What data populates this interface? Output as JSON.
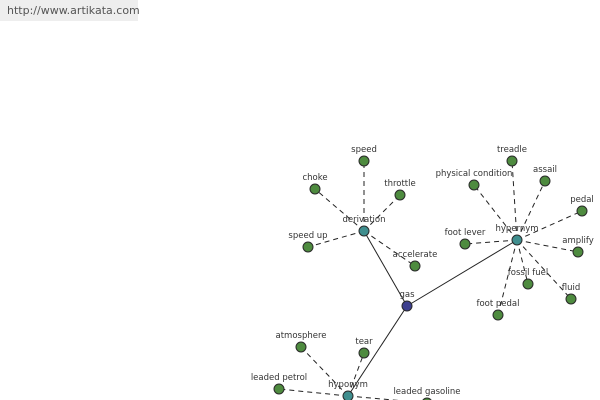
{
  "url": "http://www.artikata.com",
  "colors": {
    "leaf": "#4e8b3f",
    "relation": "#3f8e8e",
    "center": "#3d3f8e"
  },
  "nodes": [
    {
      "id": "gas",
      "label": "gas",
      "type": "center"
    },
    {
      "id": "derivation",
      "label": "derivation",
      "type": "relation"
    },
    {
      "id": "hypernym",
      "label": "hypernym",
      "type": "relation"
    },
    {
      "id": "hyponym",
      "label": "hyponym",
      "type": "relation"
    },
    {
      "id": "speed",
      "label": "speed",
      "type": "leaf"
    },
    {
      "id": "choke",
      "label": "choke",
      "type": "leaf"
    },
    {
      "id": "throttle",
      "label": "throttle",
      "type": "leaf"
    },
    {
      "id": "speed-up",
      "label": "speed up",
      "type": "leaf"
    },
    {
      "id": "accelerate",
      "label": "accelerate",
      "type": "leaf"
    },
    {
      "id": "treadle",
      "label": "treadle",
      "type": "leaf"
    },
    {
      "id": "physical-condition",
      "label": "physical condition",
      "type": "leaf"
    },
    {
      "id": "assail",
      "label": "assail",
      "type": "leaf"
    },
    {
      "id": "pedal",
      "label": "pedal",
      "type": "leaf"
    },
    {
      "id": "foot-lever",
      "label": "foot lever",
      "type": "leaf"
    },
    {
      "id": "amplify",
      "label": "amplify",
      "type": "leaf"
    },
    {
      "id": "fossil-fuel",
      "label": "fossil fuel",
      "type": "leaf"
    },
    {
      "id": "fluid",
      "label": "fluid",
      "type": "leaf"
    },
    {
      "id": "foot-pedal",
      "label": "foot pedal",
      "type": "leaf"
    },
    {
      "id": "atmosphere",
      "label": "atmosphere",
      "type": "leaf"
    },
    {
      "id": "tear",
      "label": "tear",
      "type": "leaf"
    },
    {
      "id": "leaded-petrol",
      "label": "leaded petrol",
      "type": "leaf"
    },
    {
      "id": "leaded-gasoline",
      "label": "leaded gasoline",
      "type": "leaf"
    }
  ],
  "edges": [
    {
      "from": "gas",
      "to": "derivation",
      "style": "solid"
    },
    {
      "from": "gas",
      "to": "hypernym",
      "style": "solid"
    },
    {
      "from": "gas",
      "to": "hyponym",
      "style": "solid"
    },
    {
      "from": "derivation",
      "to": "speed",
      "style": "dashed"
    },
    {
      "from": "derivation",
      "to": "choke",
      "style": "dashed"
    },
    {
      "from": "derivation",
      "to": "throttle",
      "style": "dashed"
    },
    {
      "from": "derivation",
      "to": "speed-up",
      "style": "dashed"
    },
    {
      "from": "derivation",
      "to": "accelerate",
      "style": "dashed"
    },
    {
      "from": "hypernym",
      "to": "treadle",
      "style": "dashed"
    },
    {
      "from": "hypernym",
      "to": "physical-condition",
      "style": "dashed"
    },
    {
      "from": "hypernym",
      "to": "assail",
      "style": "dashed"
    },
    {
      "from": "hypernym",
      "to": "pedal",
      "style": "dashed"
    },
    {
      "from": "hypernym",
      "to": "foot-lever",
      "style": "dashed"
    },
    {
      "from": "hypernym",
      "to": "amplify",
      "style": "dashed"
    },
    {
      "from": "hypernym",
      "to": "fossil-fuel",
      "style": "dashed"
    },
    {
      "from": "hypernym",
      "to": "fluid",
      "style": "dashed"
    },
    {
      "from": "hypernym",
      "to": "foot-pedal",
      "style": "dashed"
    },
    {
      "from": "hyponym",
      "to": "atmosphere",
      "style": "dashed"
    },
    {
      "from": "hyponym",
      "to": "tear",
      "style": "dashed"
    },
    {
      "from": "hyponym",
      "to": "leaded-petrol",
      "style": "dashed"
    },
    {
      "from": "hyponym",
      "to": "leaded-gasoline",
      "style": "dashed"
    }
  ]
}
